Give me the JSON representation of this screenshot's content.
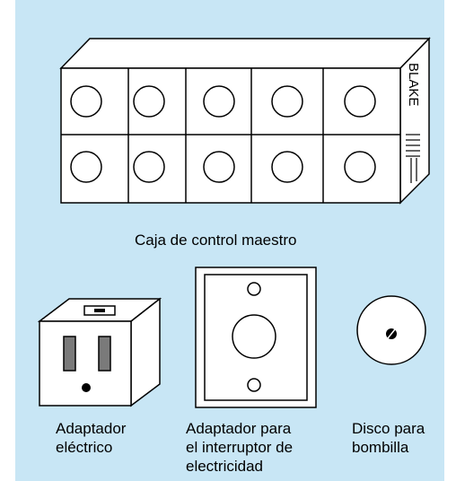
{
  "panel": {
    "background": "#c8e6f5"
  },
  "control_box": {
    "brand": "BLAKE",
    "caption": "Caja de control maestro"
  },
  "outlet_adapter": {
    "caption": "Adaptador\neléctrico"
  },
  "switch_adapter": {
    "caption": "Adaptador para\nel interruptor de\nelectricidad"
  },
  "bulb_disc": {
    "caption": "Disco para\nbombilla"
  }
}
